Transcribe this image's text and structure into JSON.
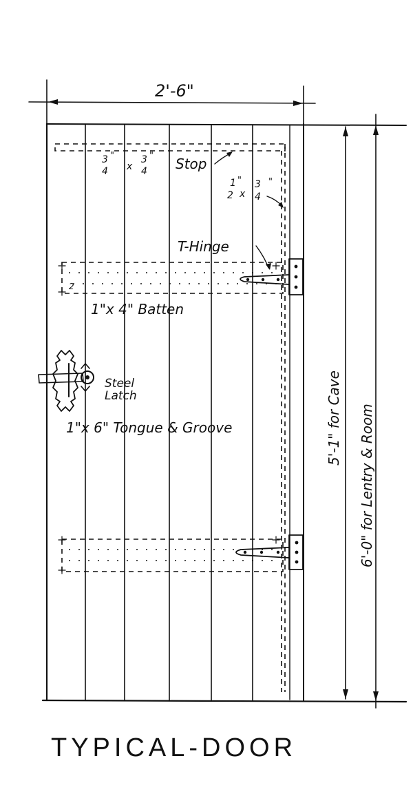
{
  "title": "TYPICAL-DOOR",
  "labels": {
    "width": "2'-6\"",
    "stop": "Stop",
    "stop_frac": "3/4\" x 3/4\"",
    "stop_num": "3",
    "stop_den": "4",
    "stop_in": "\"",
    "stop_x": "x",
    "trim_num1": "1",
    "trim_den1": "2",
    "trim_num2": "3",
    "trim_den2": "4",
    "trim_x": "x",
    "trim_in": "\"",
    "t_hinge": "T-Hinge",
    "batten": "1\"x 4\" Batten",
    "latch_line1": "Steel",
    "latch_line2": "Latch",
    "boards": "1\"x 6\" Tongue & Groove",
    "height_cave": "5'-1\" for Cave",
    "height_entry": "6'-0\" for Lentry & Room",
    "batten_mark": "2"
  }
}
